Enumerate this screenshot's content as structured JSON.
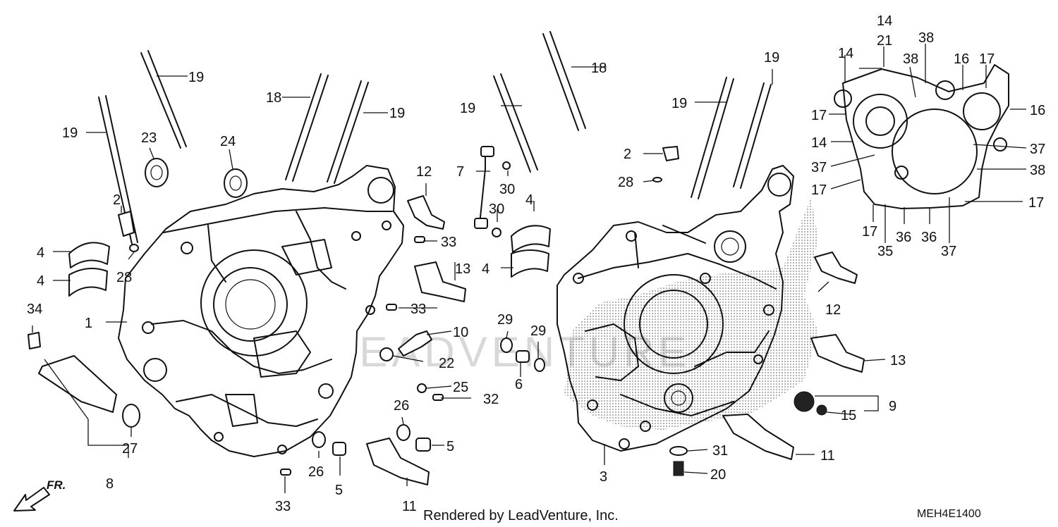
{
  "diagram": {
    "credit": "Rendered by LeadVenture, Inc.",
    "diagram_code": "MEH4E1400",
    "direction_label": "FR.",
    "watermark": "LEADVENTURE",
    "callouts": {
      "c1": "1",
      "c2a": "2",
      "c2b": "2",
      "c3": "3",
      "c4a": "4",
      "c4b": "4",
      "c4c": "4",
      "c4d": "4",
      "c5a": "5",
      "c5b": "5",
      "c6": "6",
      "c7": "7",
      "c8": "8",
      "c9": "9",
      "c10": "10",
      "c11a": "11",
      "c11b": "11",
      "c12a": "12",
      "c12b": "12",
      "c13a": "13",
      "c13b": "13",
      "c14a": "14",
      "c14b": "14",
      "c14c": "14",
      "c15": "15",
      "c16a": "16",
      "c16b": "16",
      "c17a": "17",
      "c17b": "17",
      "c17c": "17",
      "c17d": "17",
      "c17e": "17",
      "c18a": "18",
      "c18b": "18",
      "c19a": "19",
      "c19b": "19",
      "c19c": "19",
      "c19d": "19",
      "c19e": "19",
      "c19f": "19",
      "c20": "20",
      "c21": "21",
      "c22": "22",
      "c23": "23",
      "c24": "24",
      "c25": "25",
      "c26a": "26",
      "c26b": "26",
      "c27": "27",
      "c28a": "28",
      "c28b": "28",
      "c29a": "29",
      "c29b": "29",
      "c30a": "30",
      "c30b": "30",
      "c31": "31",
      "c32": "32",
      "c33a": "33",
      "c33b": "33",
      "c33c": "33",
      "c34": "34",
      "c35": "35",
      "c36a": "36",
      "c36b": "36",
      "c37a": "37",
      "c37b": "37",
      "c37c": "37",
      "c38a": "38",
      "c38b": "38",
      "c38c": "38"
    }
  }
}
